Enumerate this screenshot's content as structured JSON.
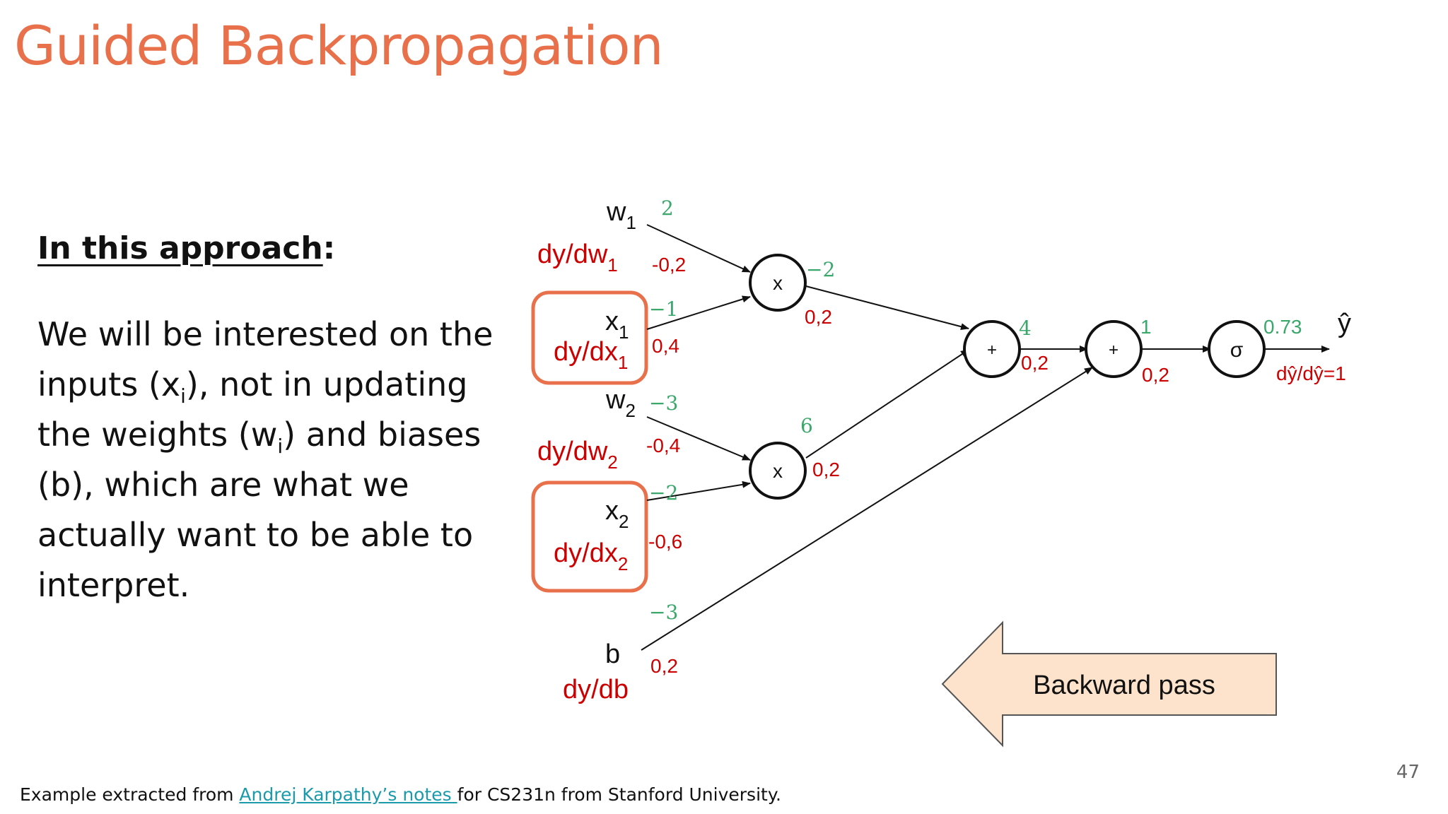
{
  "title": "Guided Backpropagation",
  "heading": "In this approach",
  "heading_colon": ":",
  "body": {
    "line1": "We will be interested on the",
    "line2_a": "inputs (x",
    "line2_sub": "i",
    "line2_b": "), not in updating",
    "line3_a": "the weights (w",
    "line3_sub": "i",
    "line3_b": ") and biases",
    "line4": "(b), which are what we",
    "line5": "actually want to be able to",
    "line6": "interpret."
  },
  "footer": {
    "prefix": "Example extracted from ",
    "link": "Andrej Karpathy’s notes ",
    "suffix": "for CS231n from Stanford University."
  },
  "page_number": "47",
  "diagram": {
    "inputs": {
      "w1": {
        "name": "w",
        "sub": "1",
        "value": "2",
        "grad_label": "dy/dw",
        "grad_sub": "1",
        "grad": "-0,2"
      },
      "x1": {
        "name": "x",
        "sub": "1",
        "value": "−1",
        "grad_label": "dy/dx",
        "grad_sub": "1",
        "grad": "0,4"
      },
      "w2": {
        "name": "w",
        "sub": "2",
        "value": "−3",
        "grad_label": "dy/dw",
        "grad_sub": "2",
        "grad": "-0,4"
      },
      "x2": {
        "name": "x",
        "sub": "2",
        "value": "−2",
        "grad_label": "dy/dx",
        "grad_sub": "2",
        "grad": "-0,6"
      },
      "b": {
        "name": "b",
        "value": "−3",
        "grad_label": "dy/db",
        "grad": "0,2"
      }
    },
    "nodes": {
      "mul1": {
        "symbol": "x",
        "out_value": "−2",
        "out_grad": "0,2"
      },
      "mul2": {
        "symbol": "x",
        "out_value": "6",
        "out_grad": "0,2"
      },
      "add1": {
        "symbol": "+",
        "out_value": "4",
        "out_grad": "0,2"
      },
      "add2": {
        "symbol": "+",
        "out_value": "1",
        "out_grad": "0,2"
      },
      "sigmoid": {
        "symbol": "σ",
        "out_value": "0.73",
        "out_grad": "dŷ/dŷ=1"
      }
    },
    "output_label": "ŷ",
    "backward_label": "Backward pass",
    "colors": {
      "gradient": "#cc0000",
      "forward_value": "#3aa86b",
      "highlight_box": "#e8704a",
      "arrow_fill": "#fde3cc"
    }
  }
}
